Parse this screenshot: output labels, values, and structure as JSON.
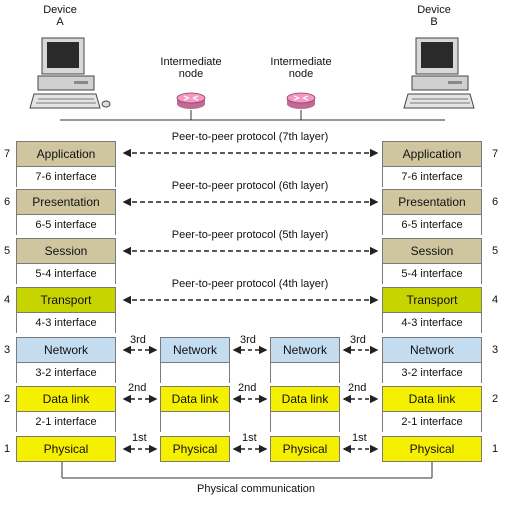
{
  "devices": {
    "a_line1": "Device",
    "a_line2": "A",
    "b_line1": "Device",
    "b_line2": "B"
  },
  "nodes": {
    "n1_line1": "Intermediate",
    "n1_line2": "node",
    "n2_line1": "Intermediate",
    "n2_line2": "node"
  },
  "layers": {
    "application": "Application",
    "presentation": "Presentation",
    "session": "Session",
    "transport": "Transport",
    "network": "Network",
    "datalink": "Data link",
    "physical": "Physical"
  },
  "interfaces": {
    "i76": "7-6 interface",
    "i65": "6-5 interface",
    "i54": "5-4 interface",
    "i43": "4-3 interface",
    "i32": "3-2 interface",
    "i21": "2-1 interface"
  },
  "protocols": {
    "p7": "Peer-to-peer protocol (7th layer)",
    "p6": "Peer-to-peer protocol (6th layer)",
    "p5": "Peer-to-peer protocol (5th layer)",
    "p4": "Peer-to-peer protocol (4th layer)"
  },
  "hop_labels": {
    "third": "3rd",
    "second": "2nd",
    "first": "1st"
  },
  "layer_numbers": [
    "7",
    "6",
    "5",
    "4",
    "3",
    "2",
    "1"
  ],
  "footer": "Physical communication",
  "colors": {
    "upper_layers": "#cfc6a0",
    "transport": "#c8d400",
    "network": "#c4dcf0",
    "lower_layers": "#f5f000",
    "router": "#f39ac4"
  }
}
